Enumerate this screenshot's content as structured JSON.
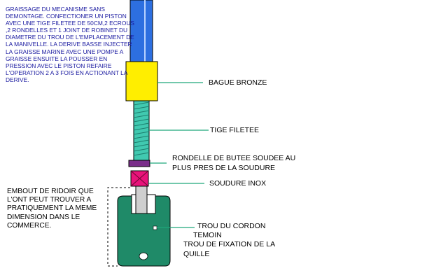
{
  "note": "GRAISSAGE DU MECANISME SANS DEMONTAGE. CONFECTIONER UN PISTON AVEC UNE TIGE FILETEE DE 50CM,2 ECROUS ,2 RONDELLES ET 1 JOINT DE ROBINET DU DIAMETRE DU TROU DE L'EMPLACEMENT DE LA MANIVELLE. LA DERIVE BASSE INJECTER LA GRAISSE MARINE AVEC UNE POMPE A GRAISSE ENSUITE LA POUSSER EN PRESSION AVEC LE PISTON REFAIRE L'OPERATION 2 A 3 FOIS EN ACTIONANT LA DERIVE.",
  "labels": {
    "bague": "BAGUE BRONZE",
    "tige": "TIGE FILETEE",
    "rondelle_1": "RONDELLE DE BUTEE SOUDEE AU",
    "rondelle_2": "PLUS PRES DE LA SOUDURE",
    "soudure": "SOUDURE INOX",
    "embout": "EMBOUT DE RIDOIR QUE L'ONT PEUT TROUVER A PRATIQUEMENT LA MEME DIMENSION DANS LE COMMERCE.",
    "trou_cordon_1": "TROU DU CORDON",
    "trou_cordon_2": "TEMOIN",
    "trou_fixation_1": "TROU DE FIXATION DE LA",
    "trou_fixation_2": "QUILLE"
  },
  "colors": {
    "shaft": "#2d6fe0",
    "bronze": "#ffee00",
    "thread": "#41c9b0",
    "washer": "#7a2e8a",
    "weld": "#e8137a",
    "fitting": "#1f8a68",
    "leader": "#1fa67a",
    "note_text": "#1a1aa0"
  }
}
